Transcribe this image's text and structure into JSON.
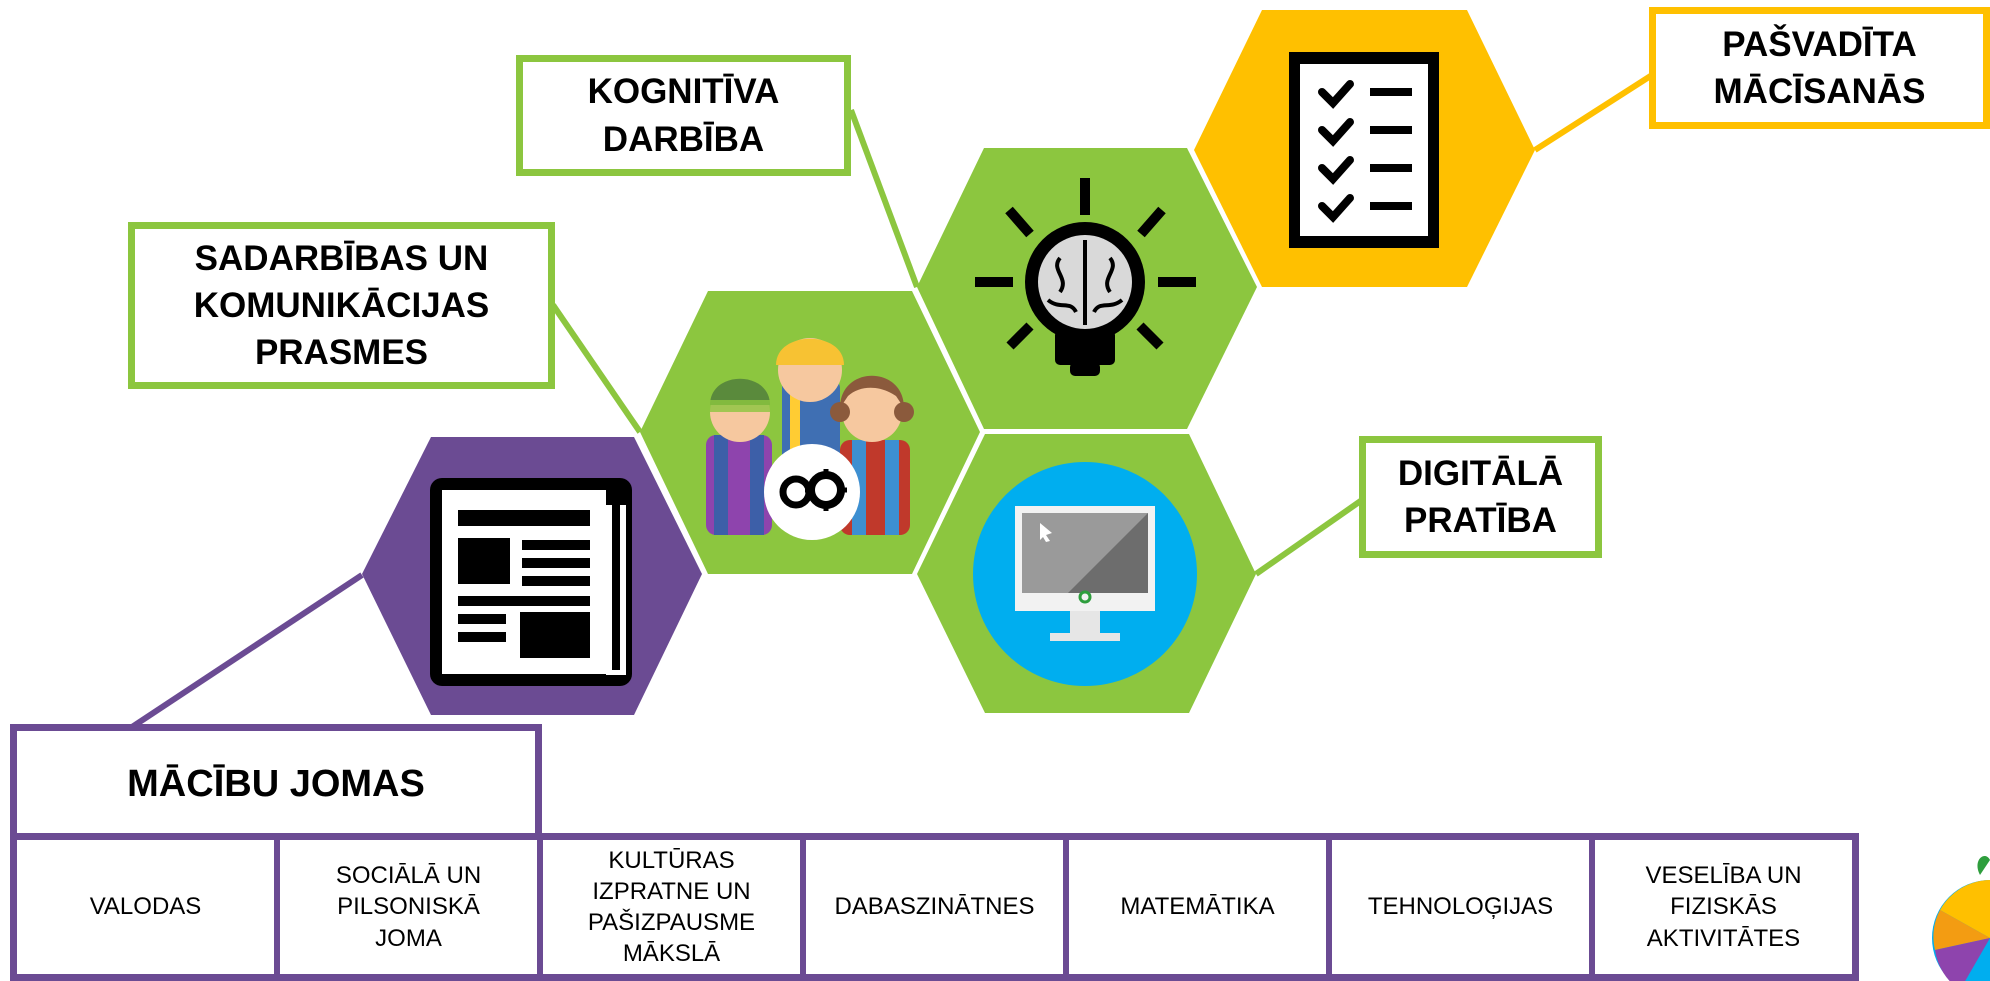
{
  "labels": {
    "self_directed": [
      "PAŠVADĪTA",
      "MĀCĪSANĀS"
    ],
    "cognitive": [
      "KOGNITĪVA",
      "DARBĪBA"
    ],
    "collaboration": [
      "SADARBĪBAS UN",
      "KOMUNIKĀCIJAS",
      "PRASMES"
    ],
    "digital": [
      "DIGITĀLĀ",
      "PRATĪBA"
    ]
  },
  "learning_areas": {
    "title": "MĀCĪBU JOMAS",
    "subjects": [
      [
        "VALODAS"
      ],
      [
        "SOCIĀLĀ UN",
        "PILSONISKĀ",
        "JOMA"
      ],
      [
        "KULTŪRAS",
        "IZPRATNE UN",
        "PAŠIZPAUSME",
        "MĀKSLĀ"
      ],
      [
        "DABASZINĀTNES"
      ],
      [
        "MATEMĀTIKA"
      ],
      [
        "TEHNOLOĢIJAS"
      ],
      [
        "VESELĪBA UN",
        "FIZISKĀS",
        "AKTIVITĀTES"
      ]
    ]
  },
  "icons": {
    "newspaper": "newspaper-icon",
    "team": "team-gears-icon",
    "lightbulb": "lightbulb-brain-icon",
    "checklist": "checklist-icon",
    "computer": "computer-monitor-icon"
  },
  "colors": {
    "green": "#8cc63f",
    "yellow": "#ffc000",
    "purple": "#6b4b93",
    "blue": "#00aeef"
  }
}
